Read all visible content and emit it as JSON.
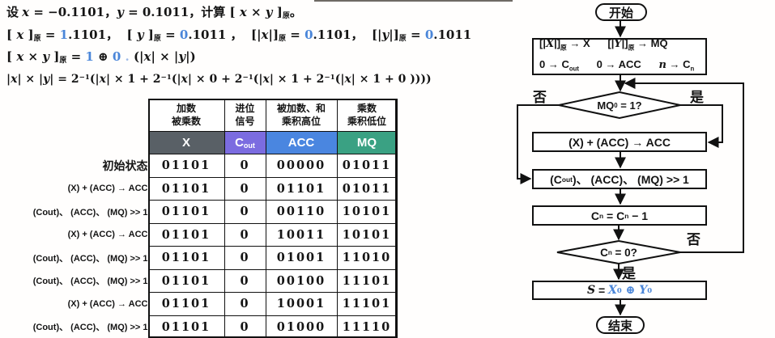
{
  "colors": {
    "accent_blue": "#4a86d9",
    "accent_blue_light": "#9db9e8",
    "header_x_bg": "#596066",
    "header_cout_bg": "#7b6ce0",
    "header_acc_bg": "#4a86e0",
    "header_mq_bg": "#3aa183"
  },
  "formulas": {
    "line1": [
      {
        "t": "设 ",
        "s": "cn"
      },
      {
        "t": "x",
        "s": "m i"
      },
      {
        "t": " = −0.1101，",
        "s": "m"
      },
      {
        "t": "y",
        "s": "m i"
      },
      {
        "t": " = 0.1011，",
        "s": "m"
      },
      {
        "t": "计算",
        "s": "cn"
      },
      {
        "t": " [ ",
        "s": "m"
      },
      {
        "t": "x",
        "s": "m i"
      },
      {
        "t": " × ",
        "s": "m"
      },
      {
        "t": "y",
        "s": "m i"
      },
      {
        "t": " ]",
        "s": "m"
      },
      {
        "t": "原",
        "s": "cn s"
      },
      {
        "t": "。",
        "s": "cn"
      }
    ],
    "line2": [
      {
        "t": "[ ",
        "s": "m"
      },
      {
        "t": "x",
        "s": "m i"
      },
      {
        "t": " ]",
        "s": "m"
      },
      {
        "t": "原",
        "s": "cn s"
      },
      {
        "t": " = ",
        "s": "m"
      },
      {
        "t": "1",
        "s": "m b"
      },
      {
        "t": ".1101，  ",
        "s": "m"
      },
      {
        "t": "[ ",
        "s": "m"
      },
      {
        "t": "y",
        "s": "m i"
      },
      {
        "t": " ]",
        "s": "m"
      },
      {
        "t": "原",
        "s": "cn s"
      },
      {
        "t": " = ",
        "s": "m"
      },
      {
        "t": "0",
        "s": "m b"
      },
      {
        "t": ".1011 ，  ",
        "s": "m"
      },
      {
        "t": "[|",
        "s": "m"
      },
      {
        "t": "x",
        "s": "m i"
      },
      {
        "t": "|]",
        "s": "m"
      },
      {
        "t": "原",
        "s": "cn s"
      },
      {
        "t": " = ",
        "s": "m"
      },
      {
        "t": "0",
        "s": "m b"
      },
      {
        "t": ".1101，  ",
        "s": "m"
      },
      {
        "t": "[|",
        "s": "m"
      },
      {
        "t": "y",
        "s": "m i"
      },
      {
        "t": "|]",
        "s": "m"
      },
      {
        "t": "原",
        "s": "cn s"
      },
      {
        "t": " = ",
        "s": "m"
      },
      {
        "t": "0",
        "s": "m b"
      },
      {
        "t": ".1011",
        "s": "m"
      }
    ],
    "line3": [
      {
        "t": "[ ",
        "s": "m"
      },
      {
        "t": "x",
        "s": "m i"
      },
      {
        "t": " × ",
        "s": "m"
      },
      {
        "t": "y",
        "s": "m i"
      },
      {
        "t": " ]",
        "s": "m"
      },
      {
        "t": "原",
        "s": "cn s"
      },
      {
        "t": " = ",
        "s": "m"
      },
      {
        "t": "1",
        "s": "m b"
      },
      {
        "t": " ⊕ ",
        "s": "m"
      },
      {
        "t": "0",
        "s": "m b"
      },
      {
        "t": " . ",
        "s": "m lb"
      },
      {
        "t": "(|",
        "s": "m"
      },
      {
        "t": "x",
        "s": "m i"
      },
      {
        "t": "| × |",
        "s": "m"
      },
      {
        "t": "y",
        "s": "m i"
      },
      {
        "t": "|)",
        "s": "m"
      }
    ],
    "line4": [
      {
        "t": "|",
        "s": "m"
      },
      {
        "t": "x",
        "s": "m i"
      },
      {
        "t": "| × |",
        "s": "m"
      },
      {
        "t": "y",
        "s": "m i"
      },
      {
        "t": "| = 2",
        "s": "m"
      },
      {
        "t": "−1",
        "s": "m sup"
      },
      {
        "t": "(|",
        "s": "m"
      },
      {
        "t": "x",
        "s": "m i"
      },
      {
        "t": "| × 1 + 2",
        "s": "m"
      },
      {
        "t": "−1",
        "s": "m sup"
      },
      {
        "t": "(|",
        "s": "m"
      },
      {
        "t": "x",
        "s": "m i"
      },
      {
        "t": "| × 0 + 2",
        "s": "m"
      },
      {
        "t": "−1",
        "s": "m sup"
      },
      {
        "t": "(|",
        "s": "m"
      },
      {
        "t": "x",
        "s": "m i"
      },
      {
        "t": "| × 1 + 2",
        "s": "m"
      },
      {
        "t": "−1",
        "s": "m sup"
      },
      {
        "t": "(|",
        "s": "m"
      },
      {
        "t": "x",
        "s": "m i"
      },
      {
        "t": "| × 1 + 0 ))))",
        "s": "m"
      }
    ]
  },
  "table": {
    "columns": [
      {
        "id": "x",
        "title": "加数\n被乘数",
        "key": [
          {
            "t": "X",
            "s": "cn"
          }
        ],
        "bg": "#596066"
      },
      {
        "id": "cout",
        "title": "进位\n信号",
        "key": [
          {
            "t": "C",
            "s": "cn"
          },
          {
            "t": "out",
            "s": "cn s"
          }
        ],
        "bg": "#7b6ce0"
      },
      {
        "id": "acc",
        "title": "被加数、和\n乘积高位",
        "key": [
          {
            "t": "ACC",
            "s": "cn"
          }
        ],
        "bg": "#4a86e0"
      },
      {
        "id": "mq",
        "title": "乘数\n乘积低位",
        "key": [
          {
            "t": "MQ",
            "s": "cn"
          }
        ],
        "bg": "#3aa183"
      }
    ],
    "rows": [
      {
        "label": "初始状态",
        "big": true,
        "x": "01101",
        "cout": "0",
        "acc": "00000",
        "mq": "01011"
      },
      {
        "label": "(X) + (ACC) → ACC",
        "x": "01101",
        "cout": "0",
        "acc": "01101",
        "mq": "01011"
      },
      {
        "label": "(Cout)、 (ACC)、 (MQ) >> 1",
        "x": "01101",
        "cout": "0",
        "acc": "00110",
        "mq": "10101"
      },
      {
        "label": "(X) + (ACC) → ACC",
        "x": "01101",
        "cout": "0",
        "acc": "10011",
        "mq": "10101"
      },
      {
        "label": "(Cout)、 (ACC)、 (MQ) >> 1",
        "x": "01101",
        "cout": "0",
        "acc": "01001",
        "mq": "11010"
      },
      {
        "label": "(Cout)、 (ACC)、 (MQ) >> 1",
        "x": "01101",
        "cout": "0",
        "acc": "00100",
        "mq": "11101"
      },
      {
        "label": "(X) + (ACC) → ACC",
        "x": "01101",
        "cout": "0",
        "acc": "10001",
        "mq": "11101"
      },
      {
        "label": "(Cout)、 (ACC)、 (MQ) >> 1",
        "x": "01101",
        "cout": "0",
        "acc": "01000",
        "mq": "11110"
      }
    ]
  },
  "flowchart": {
    "start": "开始",
    "end": "结束",
    "init_line1": [
      {
        "t": "[|",
        "s": "cn"
      },
      {
        "t": "X",
        "s": "m i"
      },
      {
        "t": "|]",
        "s": "cn"
      },
      {
        "t": "原",
        "s": "cn s"
      },
      {
        "t": " → X",
        "s": "cn"
      },
      {
        "t": "      ",
        "s": "cn"
      },
      {
        "t": "[|",
        "s": "cn"
      },
      {
        "t": "Y",
        "s": "m i"
      },
      {
        "t": "|]",
        "s": "cn"
      },
      {
        "t": "原",
        "s": "cn s"
      },
      {
        "t": " → MQ",
        "s": "cn"
      }
    ],
    "init_line2": [
      {
        "t": "0 → C",
        "s": "cn"
      },
      {
        "t": "out",
        "s": "cn s"
      },
      {
        "t": "      0 → ACC      ",
        "s": "cn"
      },
      {
        "t": "n",
        "s": "m i"
      },
      {
        "t": " → C",
        "s": "cn"
      },
      {
        "t": "n",
        "s": "cn s"
      }
    ],
    "diamond1": [
      {
        "t": "MQ",
        "s": "cn"
      },
      {
        "t": "0",
        "s": "cn s"
      },
      {
        "t": " = 1?",
        "s": "cn"
      }
    ],
    "box1": [
      {
        "t": "(X) + (ACC) → ACC",
        "s": "cn"
      }
    ],
    "box2": [
      {
        "t": "(C",
        "s": "cn"
      },
      {
        "t": "out",
        "s": "cn s"
      },
      {
        "t": ")、 (ACC)、 (MQ) >> 1",
        "s": "cn"
      }
    ],
    "box3": [
      {
        "t": "C",
        "s": "cn"
      },
      {
        "t": "n",
        "s": "cn s"
      },
      {
        "t": " = C",
        "s": "cn"
      },
      {
        "t": "n",
        "s": "cn s"
      },
      {
        "t": " − 1",
        "s": "cn"
      }
    ],
    "diamond2": [
      {
        "t": "C",
        "s": "cn"
      },
      {
        "t": "n",
        "s": "cn s"
      },
      {
        "t": " = 0?",
        "s": "cn"
      }
    ],
    "box4": [
      {
        "t": "S",
        "s": "m i"
      },
      {
        "t": " = ",
        "s": "cn"
      },
      {
        "t": "X",
        "s": "m i b"
      },
      {
        "t": "0",
        "s": "m s b"
      },
      {
        "t": " ⊕ ",
        "s": "m b"
      },
      {
        "t": "Y",
        "s": "m i b"
      },
      {
        "t": "0",
        "s": "m s b"
      }
    ],
    "labels": {
      "no1": "否",
      "yes1": "是",
      "no2": "否",
      "yes2": "是"
    }
  }
}
